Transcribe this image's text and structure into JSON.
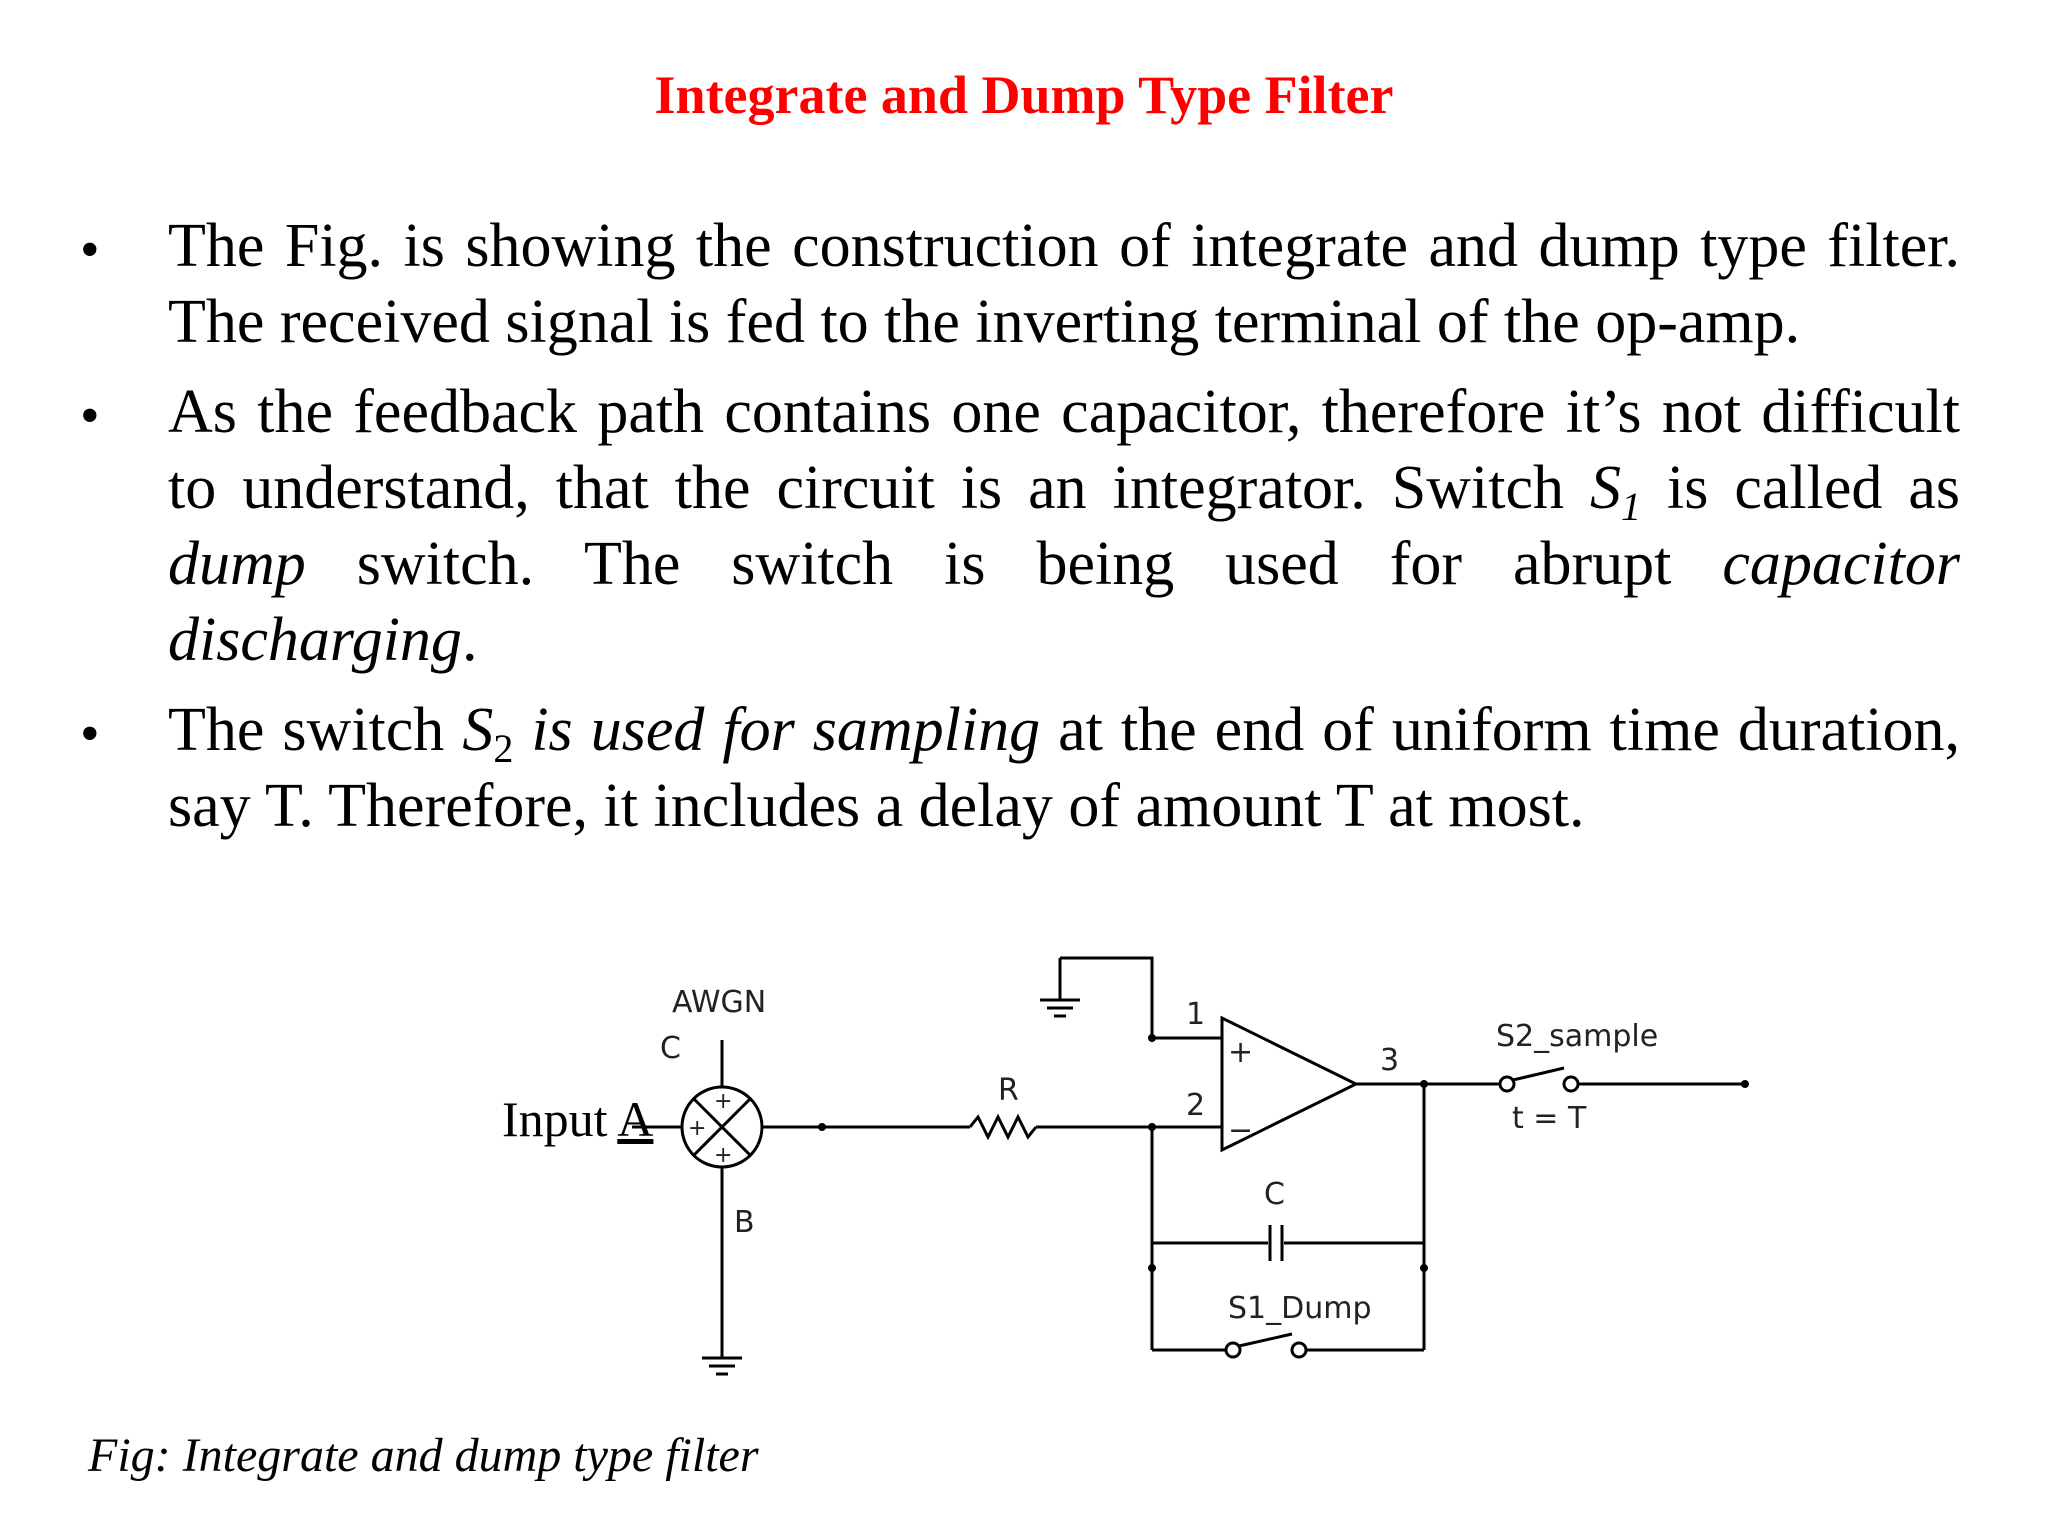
{
  "title": "Integrate and Dump Type Filter",
  "bullets": [
    {
      "part1": "The Fig. is showing the construction of integrate and dump type filter. The received signal is fed to the inverting terminal of the op-amp."
    },
    {
      "part1": "As the feedback path contains one capacitor, therefore it’s not difficult to understand, that the circuit is an integrator. Switch ",
      "s_letter": "S",
      "s_sub": "1",
      "part2": " is called as ",
      "italic1": "dump",
      "part3": " switch.  The switch is being used for abrupt ",
      "italic2": "capacitor discharging",
      "part4": "."
    },
    {
      "part1": "The switch ",
      "s_letter": "S",
      "s_sub": "2",
      "italic1": " is used for sampling",
      "part2": " at the end of uniform time duration, say T. Therefore, it includes a delay of amount T at most."
    }
  ],
  "circuit": {
    "input_label": "Input",
    "input_a": "A",
    "awgn_label": "AWGN",
    "port_c": "C",
    "port_b": "B",
    "resistor_label": "R",
    "capacitor_label": "C",
    "pin1": "1",
    "pin2": "2",
    "pin3": "3",
    "plus": "+",
    "minus": "−",
    "dump_switch_label": "S1_Dump",
    "sample_switch_label": "S2_sample",
    "sample_time_label": "t = T"
  },
  "caption": "Fig: Integrate and dump type filter"
}
